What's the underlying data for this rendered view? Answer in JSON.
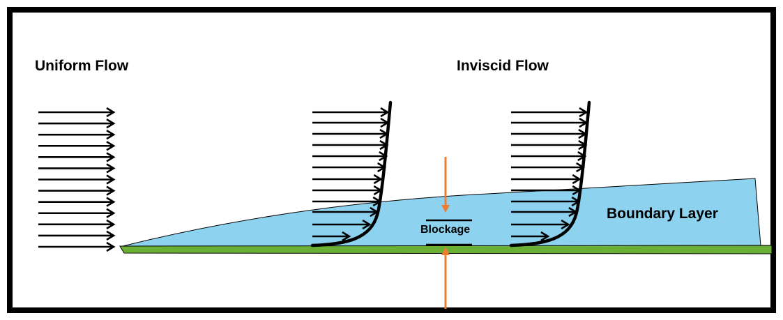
{
  "diagram": {
    "title_uniform": "Uniform Flow",
    "title_inviscid": "Inviscid Flow",
    "label_boundary_layer": "Boundary Layer",
    "label_blockage": "Blockage",
    "colors": {
      "frame": "#000000",
      "boundary_layer_fill": "#8DD3F0",
      "plate_fill": "#6AB034",
      "blockage_arrow": "#ED7D31",
      "velocity_arrow": "#000000"
    },
    "uniform_flow": {
      "arrow_count": 13
    },
    "velocity_profiles": [
      {
        "name": "profile-1",
        "arrow_count": 12,
        "relative_speeds": [
          1.0,
          1.0,
          0.99,
          0.99,
          0.98,
          0.96,
          0.91,
          0.91,
          0.9,
          0.86,
          0.76,
          0.49
        ]
      },
      {
        "name": "profile-2",
        "arrow_count": 12,
        "relative_speeds": [
          1.0,
          1.0,
          0.99,
          0.99,
          0.98,
          0.96,
          0.91,
          0.91,
          0.9,
          0.86,
          0.76,
          0.49
        ]
      }
    ]
  }
}
